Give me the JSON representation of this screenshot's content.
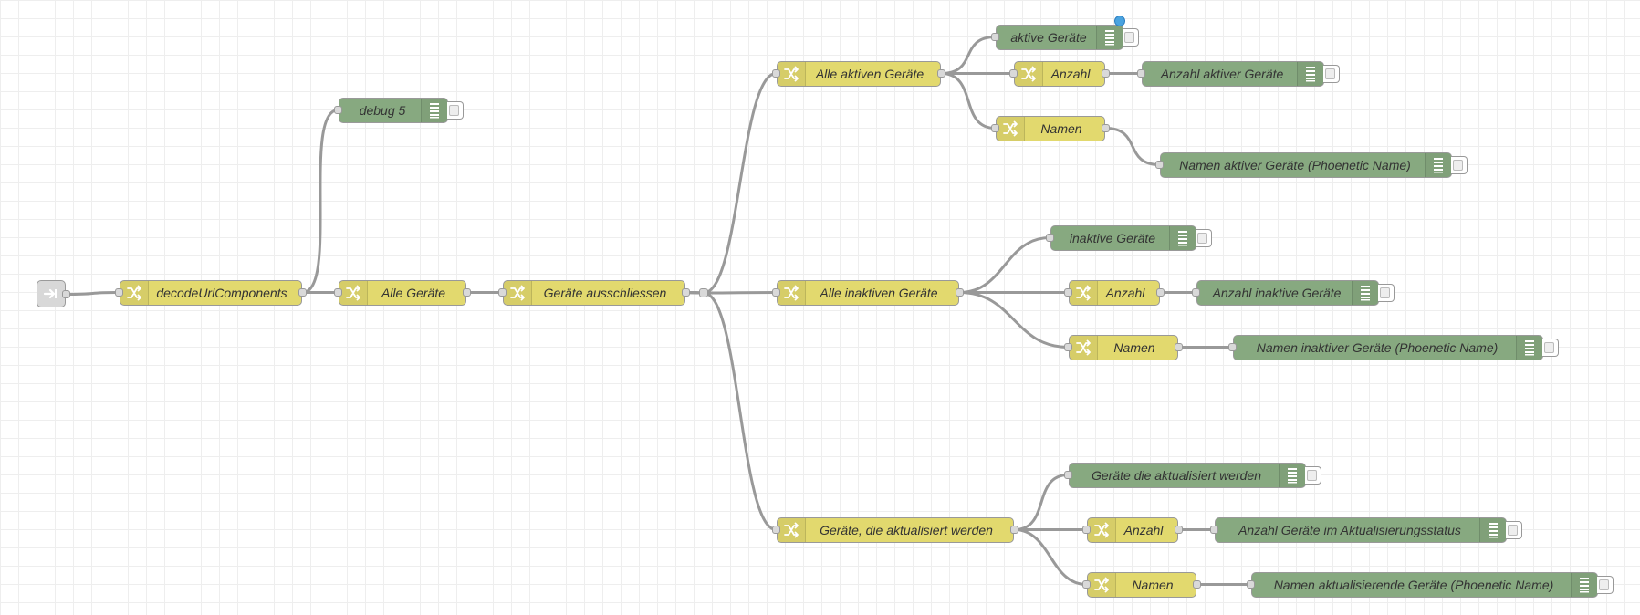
{
  "flow": {
    "nodes": [
      {
        "id": "inject",
        "type": "inject",
        "label": ""
      },
      {
        "id": "decode",
        "type": "change",
        "label": "decodeUrlComponents"
      },
      {
        "id": "debug5",
        "type": "debug",
        "label": "debug 5"
      },
      {
        "id": "alle",
        "type": "change",
        "label": "Alle Geräte"
      },
      {
        "id": "ausschliessen",
        "type": "change",
        "label": "Geräte ausschliessen"
      },
      {
        "id": "aktiv",
        "type": "change",
        "label": "Alle aktiven Geräte"
      },
      {
        "id": "aktiveDbg",
        "type": "debug",
        "label": "aktive Geräte"
      },
      {
        "id": "anzahl1",
        "type": "change",
        "label": "Anzahl"
      },
      {
        "id": "anzahlAktivDbg",
        "type": "debug",
        "label": "Anzahl aktiver Geräte"
      },
      {
        "id": "namen1",
        "type": "change",
        "label": "Namen"
      },
      {
        "id": "namenAktivDbg",
        "type": "debug",
        "label": "Namen aktiver Geräte (Phoenetic Name)"
      },
      {
        "id": "inaktiv",
        "type": "change",
        "label": "Alle inaktiven Geräte"
      },
      {
        "id": "inaktiveDbg",
        "type": "debug",
        "label": "inaktive Geräte"
      },
      {
        "id": "anzahl2",
        "type": "change",
        "label": "Anzahl"
      },
      {
        "id": "anzahlInaktivDbg",
        "type": "debug",
        "label": "Anzahl inaktive Geräte"
      },
      {
        "id": "namen2",
        "type": "change",
        "label": "Namen"
      },
      {
        "id": "namenInaktivDbg",
        "type": "debug",
        "label": "Namen inaktiver Geräte (Phoenetic Name)"
      },
      {
        "id": "akt",
        "type": "change",
        "label": "Geräte, die aktualisiert werden"
      },
      {
        "id": "aktDbg",
        "type": "debug",
        "label": "Geräte die aktualisiert werden"
      },
      {
        "id": "anzahl3",
        "type": "change",
        "label": "Anzahl"
      },
      {
        "id": "anzahlAktDbg",
        "type": "debug",
        "label": "Anzahl Geräte im Aktualisierungsstatus"
      },
      {
        "id": "namen3",
        "type": "change",
        "label": "Namen"
      },
      {
        "id": "namenAktDbg",
        "type": "debug",
        "label": "Namen aktualisierende Geräte (Phoenetic Name)"
      }
    ],
    "wires": [
      [
        "inject",
        "decode"
      ],
      [
        "decode",
        "debug5"
      ],
      [
        "decode",
        "alle"
      ],
      [
        "alle",
        "ausschliessen"
      ],
      [
        "ausschliessen",
        "junction"
      ],
      [
        "junction",
        "aktiv"
      ],
      [
        "junction",
        "inaktiv"
      ],
      [
        "junction",
        "akt"
      ],
      [
        "aktiv",
        "aktiveDbg"
      ],
      [
        "aktiv",
        "anzahl1"
      ],
      [
        "aktiv",
        "namen1"
      ],
      [
        "anzahl1",
        "anzahlAktivDbg"
      ],
      [
        "namen1",
        "namenAktivDbg"
      ],
      [
        "inaktiv",
        "inaktiveDbg"
      ],
      [
        "inaktiv",
        "anzahl2"
      ],
      [
        "inaktiv",
        "namen2"
      ],
      [
        "anzahl2",
        "anzahlInaktivDbg"
      ],
      [
        "namen2",
        "namenInaktivDbg"
      ],
      [
        "akt",
        "aktDbg"
      ],
      [
        "akt",
        "anzahl3"
      ],
      [
        "akt",
        "namen3"
      ],
      [
        "anzahl3",
        "anzahlAktDbg"
      ],
      [
        "namen3",
        "namenAktDbg"
      ]
    ],
    "changed_node": "aktiveDbg"
  },
  "colors": {
    "change_node": "#e2d96e",
    "debug_node": "#87a980",
    "inject_node": "#d8d8d8",
    "wire": "#999999",
    "changed_indicator": "#4aa3df"
  },
  "icons": {
    "change": "shuffle-icon",
    "debug": "debug-list-icon",
    "inject": "inject-arrow-icon"
  }
}
